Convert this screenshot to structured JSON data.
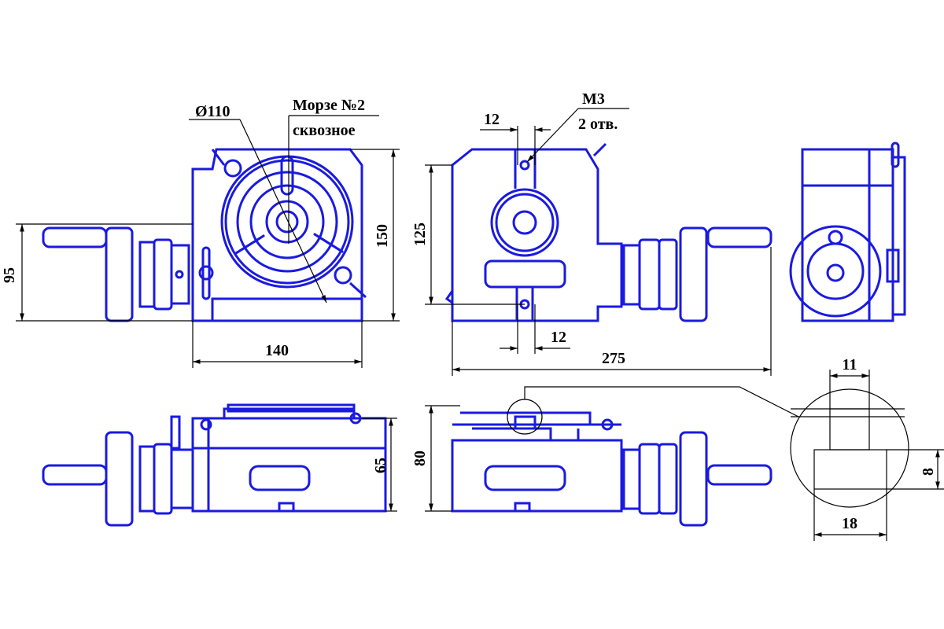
{
  "colors": {
    "part": "#1a1ae0",
    "dimension": "#000000",
    "background": "#ffffff"
  },
  "front_view": {
    "diameter_label": "Ø110",
    "morse_label": "Морзе №2",
    "through_label": "сквозное",
    "height_label": "150",
    "axis_height_label": "95",
    "width_label": "140"
  },
  "side_view": {
    "thread_label": "M3",
    "holes_label": "2 отв.",
    "top_offset_label": "12",
    "bottom_offset_label": "12",
    "height_label": "125",
    "total_length_label": "275"
  },
  "bottom_views": {
    "left_height_label": "65",
    "right_height_label": "80"
  },
  "detail_view": {
    "key_width_label": "11",
    "key_height_label": "8",
    "base_width_label": "18"
  }
}
